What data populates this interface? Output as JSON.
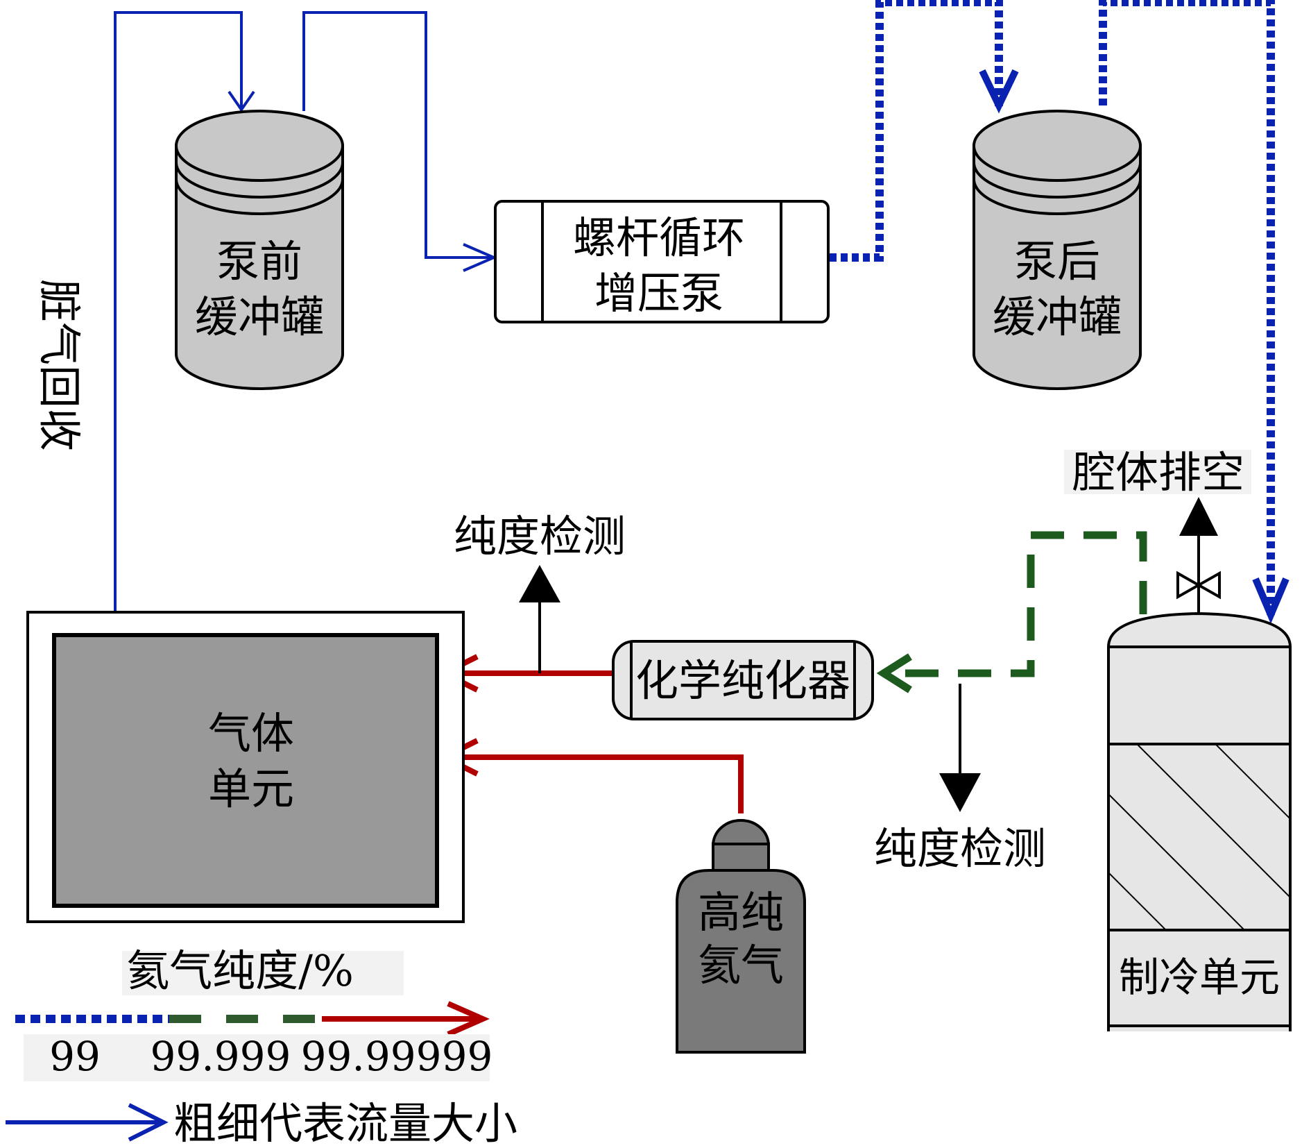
{
  "labels": {
    "dirty_gas_recovery": "脏气回收",
    "pre_pump_tank_line1": "泵前",
    "pre_pump_tank_line2": "缓冲罐",
    "screw_pump_line1": "螺杆循环",
    "screw_pump_line2": "增压泵",
    "post_pump_tank_line1": "泵后",
    "post_pump_tank_line2": "缓冲罐",
    "cavity_vent": "腔体排空",
    "purity_check_top": "纯度检测",
    "purity_check_bottom": "纯度检测",
    "chem_purifier": "化学纯化器",
    "gas_unit_line1": "气体",
    "gas_unit_line2": "单元",
    "argon_cylinder_line1": "高纯",
    "argon_cylinder_line2": "氦气",
    "refrigeration_unit": "制冷单元"
  },
  "legend": {
    "title": "氦气纯度/%",
    "purity_levels": [
      {
        "value": "99",
        "color": "#0a22b0",
        "style": "dotted"
      },
      {
        "value": "99.999",
        "color": "#2e5a2e",
        "style": "dashed"
      },
      {
        "value": "99.99999",
        "color": "#b00000",
        "style": "solid"
      }
    ],
    "flow_note": "粗细代表流量大小"
  },
  "colors": {
    "blue_line": "#0a22b0",
    "green_line": "#1d5a1d",
    "red_line": "#b00000",
    "tank_fill": "#c8c8c8",
    "gas_unit_fill": "#999999",
    "cylinder_fill": "#7a7a7a",
    "purifier_fill": "#e6e6e6",
    "fridge_fill": "#e6e6e6"
  },
  "icons": {
    "valve": "bowtie-valve-icon",
    "cylinder": "gas-cylinder-icon"
  }
}
